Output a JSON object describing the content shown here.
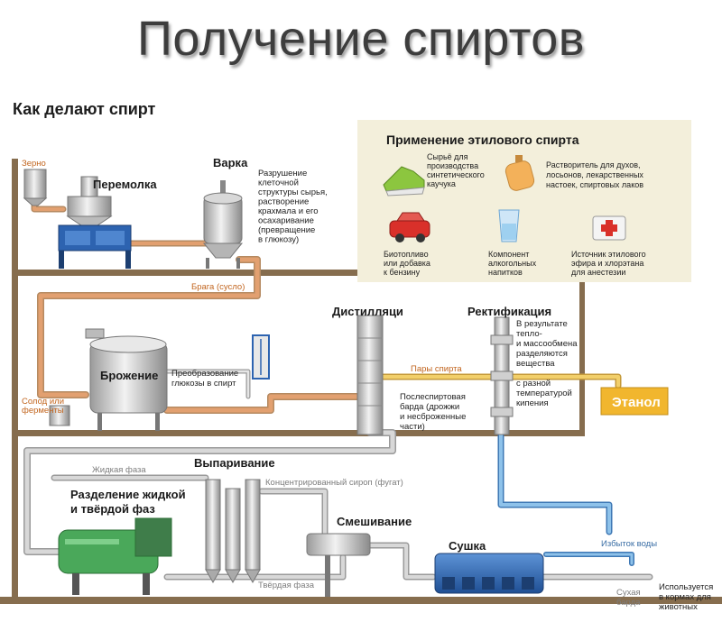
{
  "title": "Получение спиртов",
  "diagram_title": "Как делают спирт",
  "stages": {
    "grinding": "Перемолка",
    "cooking": "Варка",
    "fermentation": "Брожение",
    "distillation": "Дистилляци",
    "rectification": "Ректификация",
    "evaporation": "Выпаривание",
    "separation_1": "Разделение жидкой",
    "separation_2": "и твёрдой фаз",
    "mixing": "Смешивание",
    "drying": "Сушка"
  },
  "labels": {
    "grain": "Зерно",
    "cooking_desc": [
      "Разрушение",
      "клеточной",
      "структуры сырья,",
      "растворение",
      "крахмала и его",
      "осахаривание",
      "(превращение",
      "в глюкозу)"
    ],
    "mash": "Брага (сусло)",
    "conversion": [
      "Преобразование",
      "глюкозы в спирт"
    ],
    "malt": [
      "Солод или",
      "ферменты"
    ],
    "alcohol_vapor": "Пары спирта",
    "stillage": [
      "Послеспиртовая",
      "барда (дрожжи",
      "и несброженные",
      "части)"
    ],
    "rect_desc": [
      "В результате",
      "тепло-",
      "и массообмена",
      "разделяются",
      "вещества",
      "с разной",
      "температурой",
      "кипения"
    ],
    "ethanol": "Этанол",
    "liquid_phase": "Жидкая фаза",
    "syrup": "Концентрированный сироп (фугат)",
    "solid_phase": "Твёрдая фаза",
    "excess_water": "Избыток воды",
    "dry_stillage": [
      "Сухая",
      "барда"
    ],
    "feed_use": [
      "Используется",
      "в кормах для",
      "животных"
    ]
  },
  "panel": {
    "title": "Применение этилового спирта",
    "items": [
      {
        "icon": "sneaker-icon",
        "text": [
          "Сырьё для",
          "производства",
          "синтетического",
          "каучука"
        ]
      },
      {
        "icon": "perfume-bottle-icon",
        "text": [
          "Растворитель для духов,",
          "лосьонов, лекарственных",
          "настоек, спиртовых лаков"
        ]
      },
      {
        "icon": "car-icon",
        "text": [
          "Биотопливо",
          "или добавка",
          "к бензину"
        ]
      },
      {
        "icon": "glass-icon",
        "text": [
          "Компонент",
          "алкогольных",
          "напитков"
        ]
      },
      {
        "icon": "first-aid-kit-icon",
        "text": [
          "Источник этилового",
          "эфира и хлорэтана",
          "для анестезии"
        ]
      }
    ]
  },
  "colors": {
    "structure": "#866d4e",
    "product_pipe": "#e2a070",
    "water_pipe": "#6fa8d6",
    "ethanol_box": "#f1b62e",
    "panel_bg": "#f3efdb",
    "machine_blue": "#2d63b0",
    "machine_green": "#4aa85a"
  }
}
